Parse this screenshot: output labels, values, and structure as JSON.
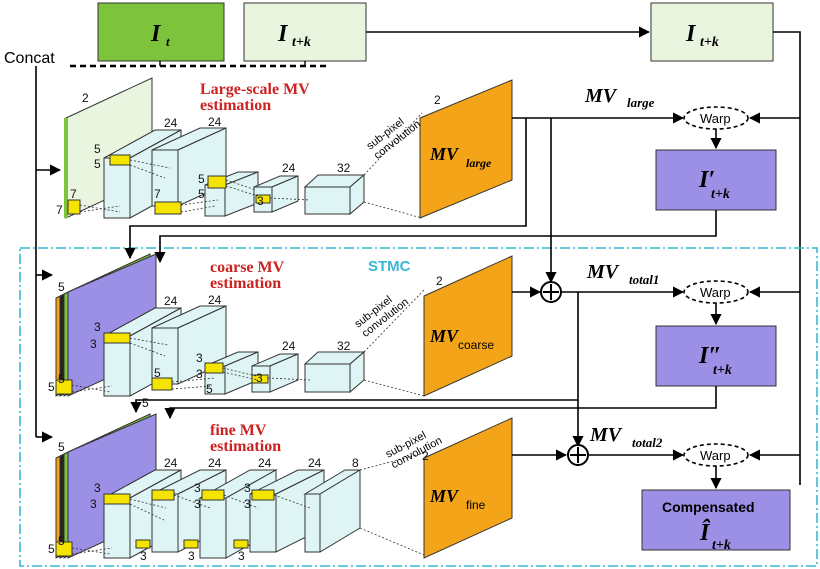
{
  "inputs": {
    "frame_t": "I",
    "frame_t_sub": "t",
    "frame_tk": "I",
    "frame_tk_sub": "t+k",
    "frame_tk_right": "I",
    "frame_tk_right_sub": "t+k"
  },
  "concat_label": "Concat",
  "stmc_label": "STMC",
  "branches": {
    "large": {
      "title_line1": "Large-scale MV",
      "title_line2": "estimation",
      "mv_main": "MV",
      "mv_sub": "large",
      "subpixel_line1": "sub-pixel",
      "subpixel_line2": "convolution"
    },
    "coarse": {
      "title_line1": "coarse MV",
      "title_line2": "estimation",
      "mv_main": "MV",
      "mv_sub": "coarse",
      "subpixel_line1": "sub-pixel",
      "subpixel_line2": "convolution"
    },
    "fine": {
      "title_line1": "fine MV",
      "title_line2": "estimation",
      "mv_main": "MV",
      "mv_sub": "fine",
      "subpixel_line1": "sub-pixel",
      "subpixel_line2": "convolution"
    }
  },
  "right": {
    "mv_large": "MV",
    "mv_large_sub": "large",
    "mv_total1": "MV",
    "mv_total1_sub": "total1",
    "mv_total2": "MV",
    "mv_total2_sub": "total2",
    "warp": "Warp",
    "i_prime": "I′",
    "i_prime_sub": "t+k",
    "i_dprime": "I″",
    "i_dprime_sub": "t+k",
    "compensated": "Compensated",
    "i_hat": "Î",
    "i_hat_sub": "t+k"
  },
  "numbers": {
    "large": [
      "2",
      "5",
      "5",
      "24",
      "24",
      "7",
      "7",
      "7",
      "5",
      "5",
      "3",
      "24",
      "32",
      "2"
    ],
    "coarse": [
      "5",
      "5",
      "3",
      "3",
      "24",
      "24",
      "5",
      "5",
      "3",
      "3",
      "24",
      "32",
      "2",
      "5",
      "5",
      "3"
    ],
    "fine": [
      "5",
      "5",
      "3",
      "3",
      "24",
      "24",
      "3",
      "3",
      "24",
      "3",
      "24",
      "3",
      "8",
      "2",
      "5",
      "3",
      "3",
      "3"
    ]
  },
  "colors": {
    "frame_green": "#7dc43c",
    "frame_light": "#eaf5df",
    "purple": "#9b8fe6",
    "orange": "#f3a418",
    "cube": "#dff5f5",
    "yellow": "#f4e400",
    "stmc": "#3ab7d8",
    "red_text": "#cc2222"
  }
}
